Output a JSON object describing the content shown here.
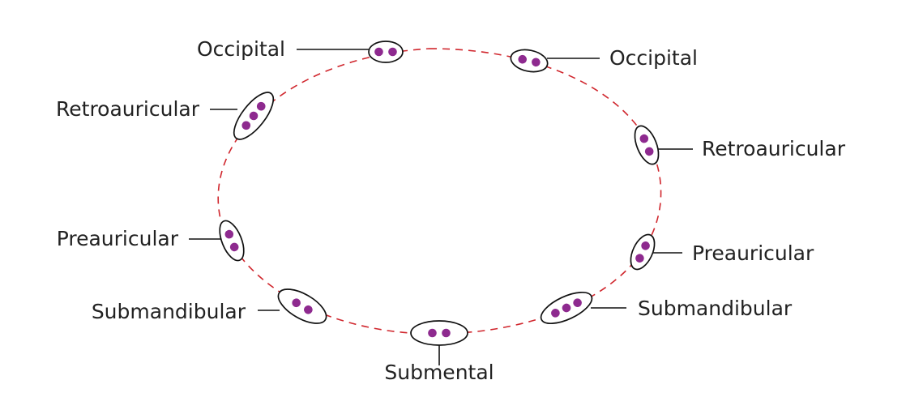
{
  "colors": {
    "ring": "#d0262d",
    "node_dot": "#8e2a8f",
    "outline": "#111111",
    "text": "#222222"
  },
  "nodes": [
    {
      "id": "occipital-left",
      "label": "Occipital",
      "dots": 2
    },
    {
      "id": "occipital-right",
      "label": "Occipital",
      "dots": 2
    },
    {
      "id": "retroauricular-left",
      "label": "Retroauricular",
      "dots": 3
    },
    {
      "id": "retroauricular-right",
      "label": "Retroauricular",
      "dots": 2
    },
    {
      "id": "preauricular-left",
      "label": "Preauricular",
      "dots": 2
    },
    {
      "id": "preauricular-right",
      "label": "Preauricular",
      "dots": 2
    },
    {
      "id": "submandibular-left",
      "label": "Submandibular",
      "dots": 2
    },
    {
      "id": "submandibular-right",
      "label": "Submandibular",
      "dots": 3
    },
    {
      "id": "submental",
      "label": "Submental",
      "dots": 2
    }
  ]
}
